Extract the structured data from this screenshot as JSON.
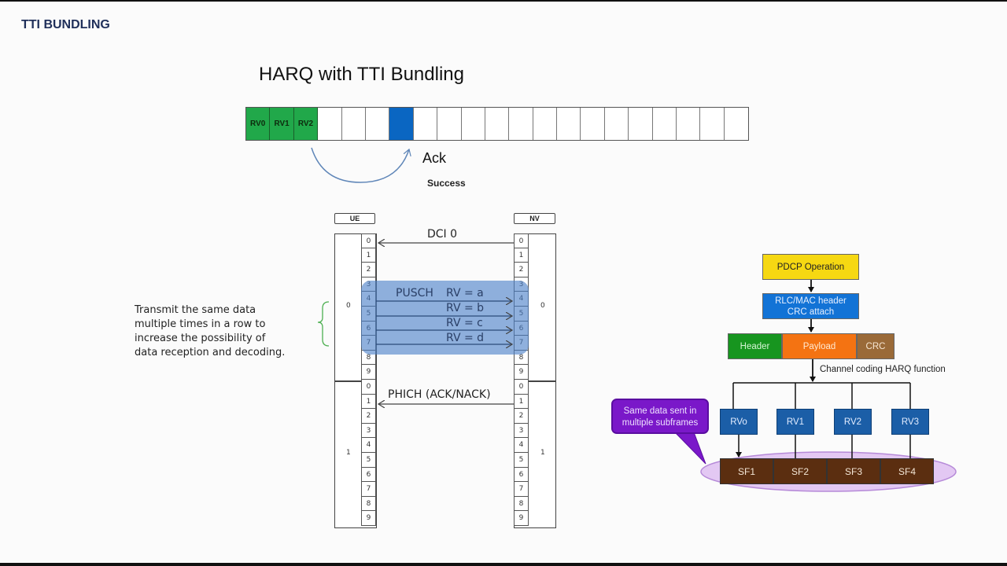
{
  "slide": {
    "title": "TTI BUNDLING",
    "heading": "HARQ with TTI Bundling"
  },
  "tti_bar": {
    "cells": [
      {
        "label": "RV0",
        "state": "green"
      },
      {
        "label": "RV1",
        "state": "green"
      },
      {
        "label": "RV2",
        "state": "green"
      },
      {
        "label": "",
        "state": "empty"
      },
      {
        "label": "",
        "state": "empty"
      },
      {
        "label": "",
        "state": "empty"
      },
      {
        "label": "",
        "state": "blue"
      },
      {
        "label": "",
        "state": "empty"
      },
      {
        "label": "",
        "state": "empty"
      },
      {
        "label": "",
        "state": "empty"
      },
      {
        "label": "",
        "state": "empty"
      },
      {
        "label": "",
        "state": "empty"
      },
      {
        "label": "",
        "state": "empty"
      },
      {
        "label": "",
        "state": "empty"
      },
      {
        "label": "",
        "state": "empty"
      },
      {
        "label": "",
        "state": "empty"
      },
      {
        "label": "",
        "state": "empty"
      },
      {
        "label": "",
        "state": "empty"
      },
      {
        "label": "",
        "state": "empty"
      },
      {
        "label": "",
        "state": "empty"
      },
      {
        "label": "",
        "state": "empty"
      }
    ],
    "ack_label": "Ack",
    "success_label": "Success"
  },
  "timing": {
    "ue_label": "UE",
    "nv_label": "NV",
    "frames": [
      "0",
      "1"
    ],
    "subframes": [
      "0",
      "1",
      "2",
      "3",
      "4",
      "5",
      "6",
      "7",
      "8",
      "9"
    ],
    "messages": {
      "dci": "DCI 0",
      "pusch": "PUSCH",
      "rv_a": "RV = a",
      "rv_b": "RV = b",
      "rv_c": "RV = c",
      "rv_d": "RV = d",
      "phich": "PHICH (ACK/NACK)"
    }
  },
  "note": {
    "line1": "Transmit the same data",
    "line2": "multiple times in a row to",
    "line3": "increase the possibility  of",
    "line4": "data reception  and decoding."
  },
  "flow": {
    "pdcp": "PDCP Operation",
    "rlc_line1": "RLC/MAC header",
    "rlc_line2": "CRC attach",
    "header": "Header",
    "payload": "Payload",
    "crc": "CRC",
    "channel_coding": "Channel coding HARQ function",
    "rvs": [
      "RVo",
      "RV1",
      "RV2",
      "RV3"
    ],
    "sfs": [
      "SF1",
      "SF2",
      "SF3",
      "SF4"
    ],
    "callout_line1": "Same data sent in",
    "callout_line2": "multiple subframes"
  },
  "colors": {
    "green": "#21a84a",
    "blue": "#0a66c2",
    "pdcp": "#f6d812",
    "rlc": "#1273d6",
    "payload": "#f47312",
    "crc": "#9a6a38",
    "rv": "#1b5ea7",
    "sf": "#5b2e10",
    "callout": "#7a18c9"
  }
}
